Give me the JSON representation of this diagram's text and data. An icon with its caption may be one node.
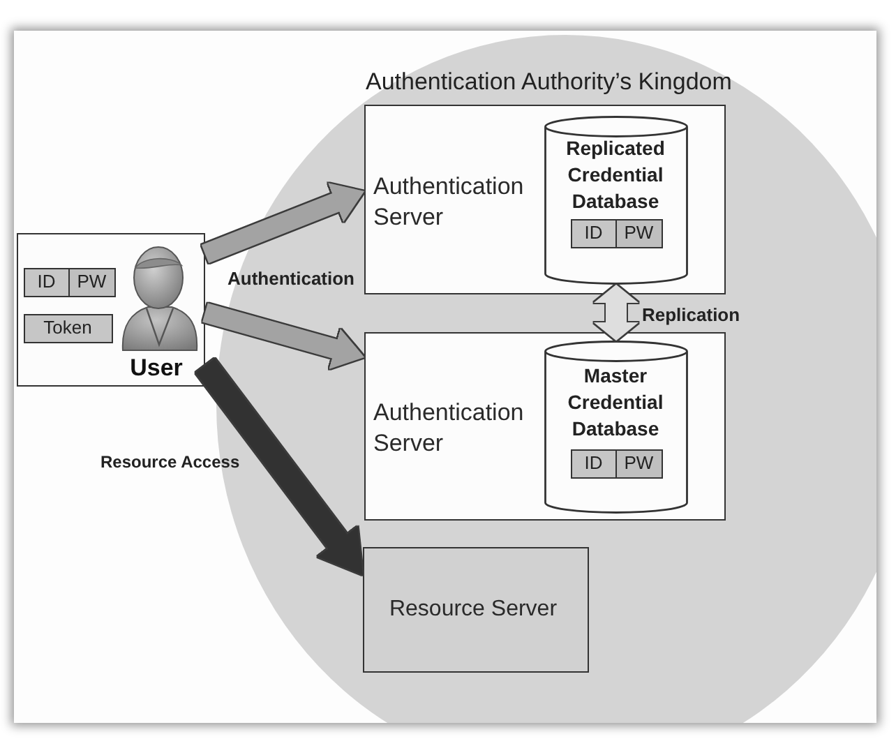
{
  "diagram": {
    "nodes": [
      {
        "text": [
          "Authentication Authority’s Kingdom"
        ]
      },
      {
        "text": [
          "Authentication Server"
        ],
        "in": 0
      },
      {
        "text": [
          "Replicated Credential Database"
        ],
        "in": 1
      },
      {
        "text": [
          "ID",
          "PW"
        ],
        "in": 2
      },
      {
        "text": [
          "User"
        ]
      },
      {
        "text": [
          "ID",
          "PW"
        ],
        "in": 4
      },
      {
        "text": [
          "Token"
        ],
        "in": 4
      },
      {
        "text": [
          "Authentication Server"
        ],
        "in": 0
      },
      {
        "text": [
          "Master Credential Database"
        ],
        "in": 7
      },
      {
        "text": [
          "ID",
          "PW"
        ],
        "in": 8
      },
      {
        "text": [
          "Resource Server"
        ],
        "in": 0
      }
    ],
    "edges": [
      {
        "from": 4,
        "to": 1,
        "arrow": "to",
        "label": "Authentication"
      },
      {
        "from": 4,
        "to": 7,
        "arrow": "to"
      },
      {
        "from": 4,
        "to": 10,
        "arrow": "to",
        "label": "Resource Access",
        "color": "#333333"
      },
      {
        "from": 2,
        "to": 8,
        "arrow": "both",
        "label": "Replication",
        "color": "#dedede"
      }
    ]
  }
}
